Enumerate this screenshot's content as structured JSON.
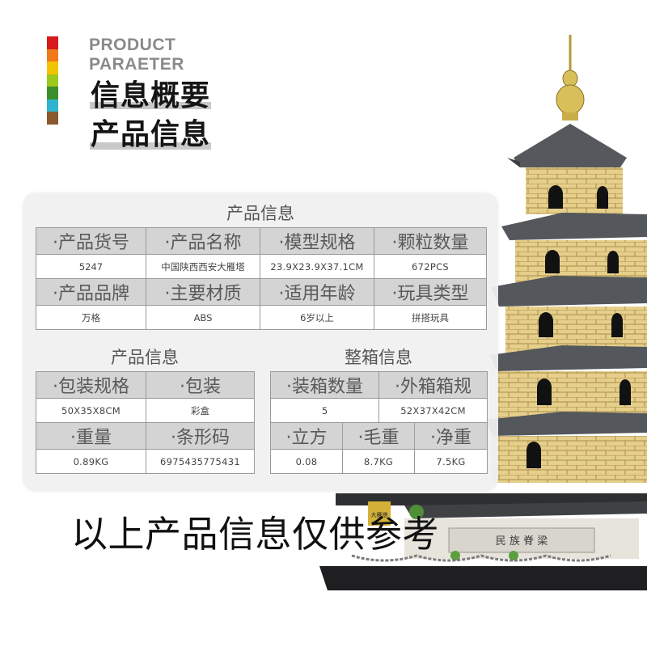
{
  "heading": {
    "eng_line1": "PRODUCT",
    "eng_line2": "PARAETER",
    "cn_line1": "信息概要",
    "cn_line2": "产品信息",
    "color_bar": [
      "#d7191c",
      "#f07a1a",
      "#f2c400",
      "#9cc91c",
      "#3b8f2a",
      "#2eb4d0",
      "#8a5a2e"
    ]
  },
  "card": {
    "section_main_title": "产品信息",
    "main_table": {
      "row1_headers": [
        "·产品货号",
        "·产品名称",
        "·模型规格",
        "·颗粒数量"
      ],
      "row1_values": [
        "5247",
        "中国陕西西安大雁塔",
        "23.9X23.9X37.1CM",
        "672PCS"
      ],
      "row2_headers": [
        "·产品品牌",
        "·主要材质",
        "·适用年龄",
        "·玩具类型"
      ],
      "row2_values": [
        "万格",
        "ABS",
        "6岁以上",
        "拼搭玩具"
      ]
    },
    "section_left_title": "产品信息",
    "left_table": {
      "row1_headers": [
        "·包装规格",
        "·包装"
      ],
      "row1_values": [
        "50X35X8CM",
        "彩盒"
      ],
      "row2_headers": [
        "·重量",
        "·条形码"
      ],
      "row2_values": [
        "0.89KG",
        "6975435775431"
      ]
    },
    "section_right_title": "整箱信息",
    "right_table": {
      "row1_headers": [
        "·装箱数量",
        "·外箱箱规"
      ],
      "row1_values": [
        "5",
        "52X37X42CM"
      ],
      "row2_headers": [
        "·立方",
        "·毛重",
        "·净重"
      ],
      "row2_values": [
        "0.08",
        "8.7KG",
        "7.5KG"
      ]
    }
  },
  "product_image": {
    "sign_left": "大雁塔",
    "sign_right": "民 族 脊 梁"
  },
  "caption": "以上产品信息仅供参考"
}
